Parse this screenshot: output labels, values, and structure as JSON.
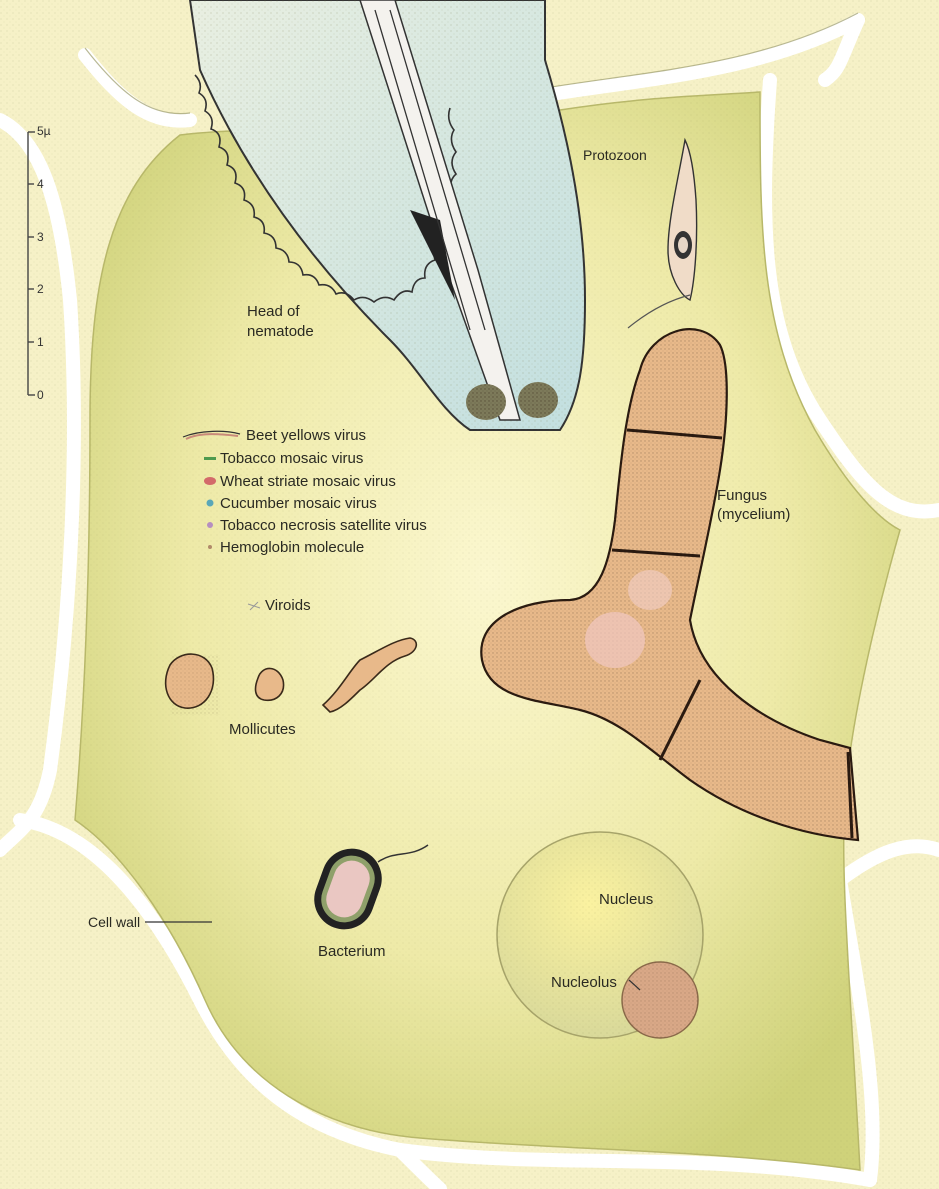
{
  "scale": {
    "ticks": [
      "5µ",
      "4",
      "3",
      "2",
      "1",
      "0"
    ]
  },
  "labels": {
    "head_of_nematode": "Head of nematode",
    "head_of_nematode_line1": "Head of",
    "head_of_nematode_line2": "nematode",
    "protozoon": "Protozoon",
    "fungus_line1": "Fungus",
    "fungus_line2": "(mycelium)",
    "viroids": "Viroids",
    "mollicutes": "Mollicutes",
    "cell_wall": "Cell wall",
    "bacterium": "Bacterium",
    "nucleus": "Nucleus",
    "nucleolus": "Nucleolus"
  },
  "legend": [
    {
      "label": "Beet yellows virus",
      "color": "#c98a7a"
    },
    {
      "label": "Tobacco mosaic virus",
      "color": "#4f9a4f"
    },
    {
      "label": "Wheat striate mosaic virus",
      "color": "#d36a6a"
    },
    {
      "label": "Cucumber mosaic virus",
      "color": "#5aa7b8"
    },
    {
      "label": "Tobacco necrosis satellite virus",
      "color": "#b68fc0"
    },
    {
      "label": "Hemoglobin molecule",
      "color": "#b08a6a"
    }
  ],
  "colors": {
    "cell_fill": "#f2eeb4",
    "cell_inner": "#dfe08a",
    "wall": "#ffffff",
    "fungus": "#e9b787",
    "nematode": "#cfe3df",
    "nucleus": "#f5eaa6",
    "nucleolus": "#d9a887"
  }
}
